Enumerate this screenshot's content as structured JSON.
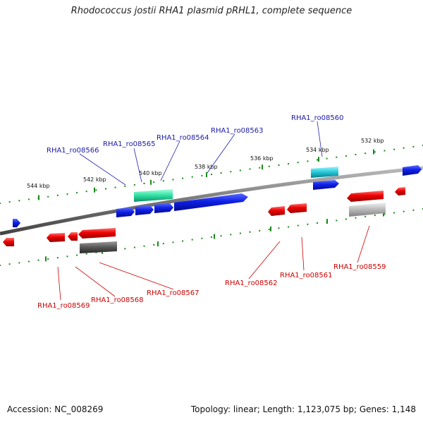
{
  "title": "Rhodococcus jostii RHA1 plasmid pRHL1, complete sequence",
  "footer": {
    "accession": "Accession: NC_008269",
    "summary": "Topology: linear; Length: 1,123,075 bp; Genes: 1,148"
  },
  "kbp_ticks": [
    "544 kbp",
    "542 kbp",
    "540 kbp",
    "538 kbp",
    "536 kbp",
    "534 kbp",
    "532 kbp"
  ],
  "gene_labels": {
    "top": [
      "RHA1_ro08566",
      "RHA1_ro08565",
      "RHA1_ro08564",
      "RHA1_ro08563",
      "RHA1_ro08560"
    ],
    "bottom": [
      "RHA1_ro08569",
      "RHA1_ro08568",
      "RHA1_ro08567",
      "RHA1_ro08562",
      "RHA1_ro08561",
      "RHA1_ro08559"
    ]
  },
  "colors": {
    "forward_strand": "#0a1ee0",
    "reverse_strand": "#e60000",
    "label_forward": "#1a1aaa",
    "label_reverse": "#cc0000",
    "backbone": "#808080",
    "tick": "#1a8a1a",
    "teal_gene": "#2ee0a0",
    "cyan_gene": "#22c8d8",
    "dark_gray_gene": "#555555",
    "light_gray_gene": "#b0b0b0"
  }
}
